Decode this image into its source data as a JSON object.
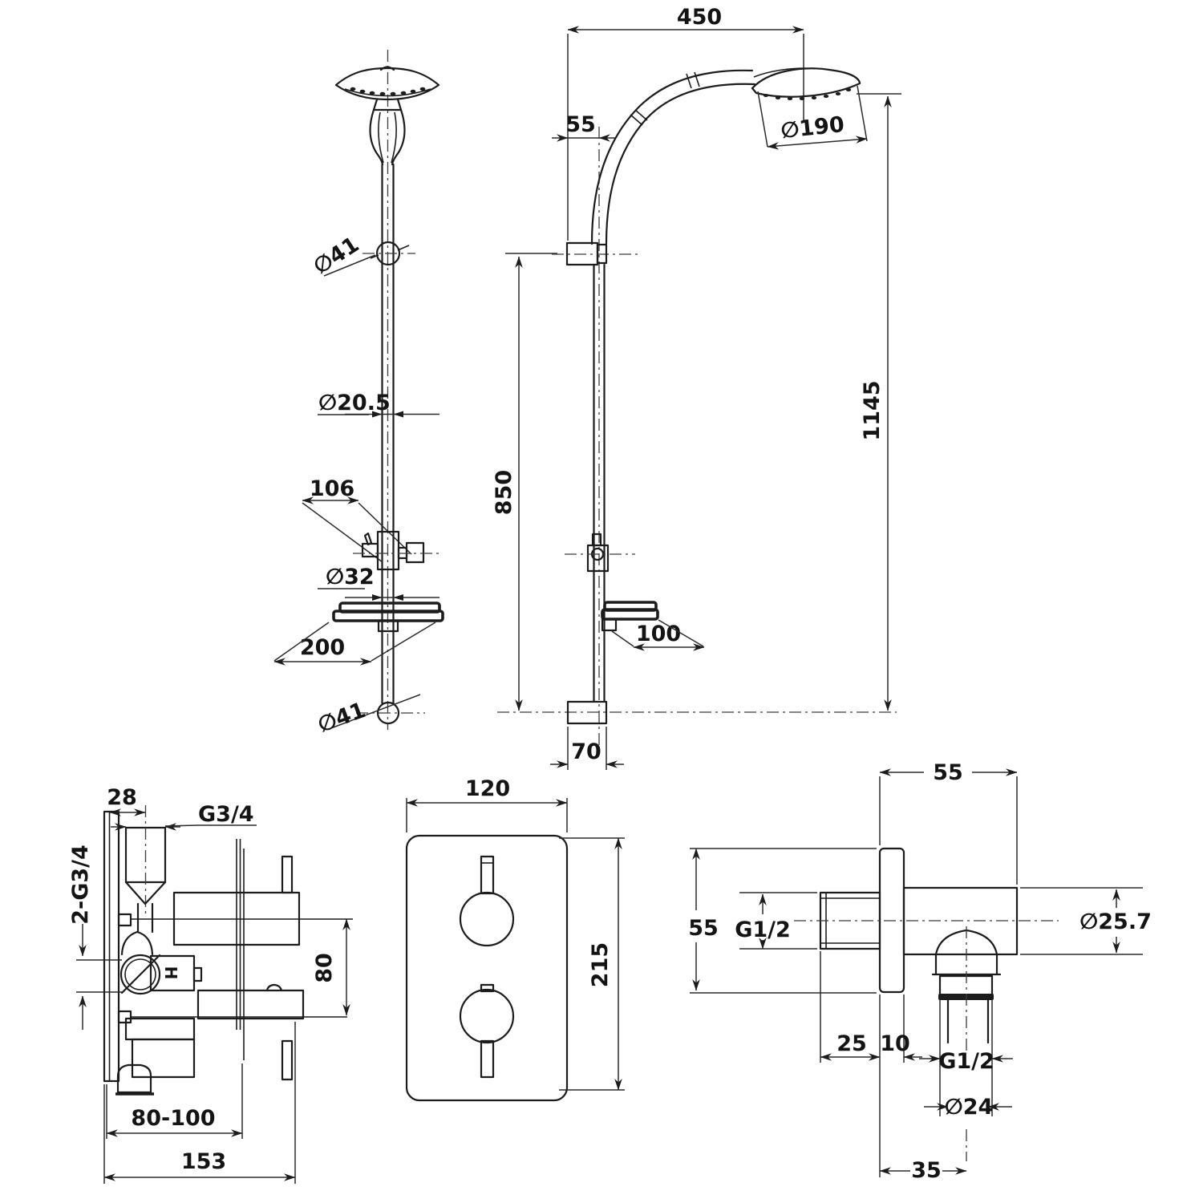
{
  "colors": {
    "background": "#ffffff",
    "line": "#1c1c1c",
    "text": "#141414"
  },
  "views": {
    "front": {
      "label": "hand-shower-column-front-view",
      "dims": {
        "dia41_top": "∅41",
        "dia20_5": "∅20.5",
        "len106": "106",
        "dia32": "∅32",
        "len200": "200",
        "dia41_bottom": "∅41"
      }
    },
    "side": {
      "label": "shower-column-side-view",
      "dims": {
        "w450": "450",
        "off55": "55",
        "dia190": "∅190",
        "h1145": "1145",
        "h850": "850",
        "len100": "100",
        "w70": "70"
      }
    },
    "valve": {
      "label": "concealed-thermostatic-valve-view",
      "dims": {
        "w28": "28",
        "thread_top": "G3/4",
        "thread_inlets": "2-G3/4",
        "h80": "80",
        "range80_100": "80-100",
        "w153": "153",
        "hot": "H"
      }
    },
    "plate": {
      "label": "control-trim-plate-view",
      "dims": {
        "w120": "120",
        "h215": "215"
      }
    },
    "elbow": {
      "label": "wall-outlet-elbow-view",
      "dims": {
        "w55": "55",
        "h55": "55",
        "thread_in": "G1/2",
        "dia25_7": "∅25.7",
        "len25": "25",
        "len10": "10",
        "thread_out": "G1/2",
        "dia24": "∅24",
        "off35": "35"
      }
    }
  }
}
